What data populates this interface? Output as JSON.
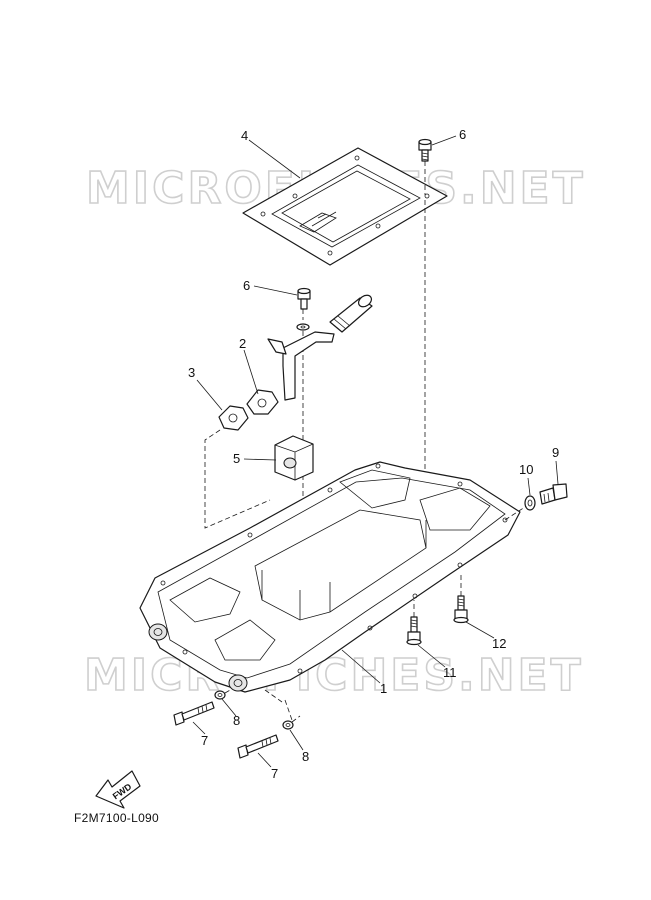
{
  "watermarks": [
    "MICROFICHES.NET",
    "MICROFICHES.NET"
  ],
  "callouts": [
    {
      "id": "1",
      "label": "1"
    },
    {
      "id": "2",
      "label": "2"
    },
    {
      "id": "3",
      "label": "3"
    },
    {
      "id": "4",
      "label": "4"
    },
    {
      "id": "5",
      "label": "5"
    },
    {
      "id": "6a",
      "label": "6"
    },
    {
      "id": "6b",
      "label": "6"
    },
    {
      "id": "7a",
      "label": "7"
    },
    {
      "id": "7b",
      "label": "7"
    },
    {
      "id": "8a",
      "label": "8"
    },
    {
      "id": "8b",
      "label": "8"
    },
    {
      "id": "9",
      "label": "9"
    },
    {
      "id": "10",
      "label": "10"
    },
    {
      "id": "11",
      "label": "11"
    },
    {
      "id": "12",
      "label": "12"
    }
  ],
  "fwd_label": "FWD",
  "diagram_code": "F2M7100-L090"
}
